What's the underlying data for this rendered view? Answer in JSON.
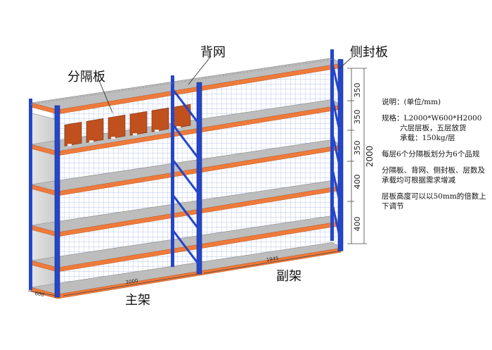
{
  "labels": {
    "back_mesh": "背网",
    "side_panel": "侧封板",
    "divider": "分隔板",
    "main_rack": "主架",
    "sub_rack": "副架"
  },
  "dimensions": {
    "heights": [
      "350",
      "350",
      "350",
      "400",
      "400"
    ],
    "total_height": "2000",
    "depth": "600",
    "width_main": "2000",
    "width_sub": "1945"
  },
  "notes": {
    "title": "说明：(单位/mm)",
    "spec_line1": "规格：L2000*W600*H2000",
    "spec_line2": "六层层板，五层放货",
    "load": "承载：150kg/层",
    "dividers": "每层6个分隔板划分为6个品规",
    "custom": "分隔板、背网、侧封板、层数及承载均可根据需求增减",
    "adjust": "层板高度可以以50mm的倍数上下调节"
  },
  "colors": {
    "upright": "#2546c8",
    "beam": "#f07a3a",
    "shelf": "#bdbdbd",
    "side_panel": "#d6d6d6",
    "divider": "#c0501e",
    "mesh": "#a8b8e8"
  }
}
